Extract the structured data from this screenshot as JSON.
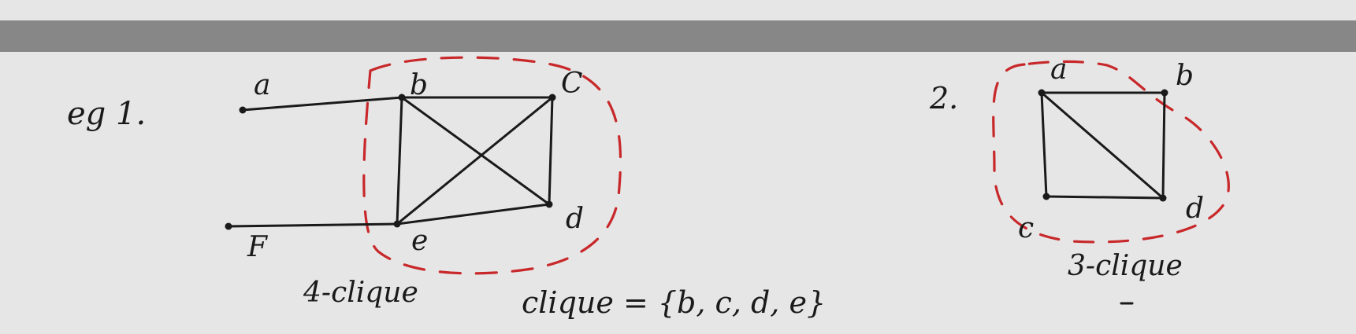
{
  "example1": {
    "label": "eg 1.",
    "vertices": [
      "a",
      "b",
      "c",
      "d",
      "e",
      "f"
    ],
    "display": {
      "a": "a",
      "b": "b",
      "c": "C",
      "d": "d",
      "e": "e",
      "f": "F"
    },
    "edges": [
      [
        "a",
        "b"
      ],
      [
        "b",
        "c"
      ],
      [
        "c",
        "d"
      ],
      [
        "d",
        "e"
      ],
      [
        "e",
        "b"
      ],
      [
        "b",
        "d"
      ],
      [
        "c",
        "e"
      ],
      [
        "f",
        "e"
      ]
    ],
    "clique_caption": "4-clique",
    "set_caption": "clique = {b, c, d, e}"
  },
  "example2": {
    "label": "2.",
    "vertices": [
      "a",
      "b",
      "c",
      "d"
    ],
    "display": {
      "a": "a",
      "b": "b",
      "c": "c",
      "d": "d"
    },
    "edges": [
      [
        "a",
        "b"
      ],
      [
        "b",
        "d"
      ],
      [
        "d",
        "c"
      ],
      [
        "c",
        "a"
      ],
      [
        "a",
        "d"
      ]
    ],
    "clique_caption": "3-clique"
  },
  "colors": {
    "ink": "#1a1a1a",
    "highlight": "#c8282a",
    "header_bar": "#878787",
    "background": "#e6e6e6"
  }
}
